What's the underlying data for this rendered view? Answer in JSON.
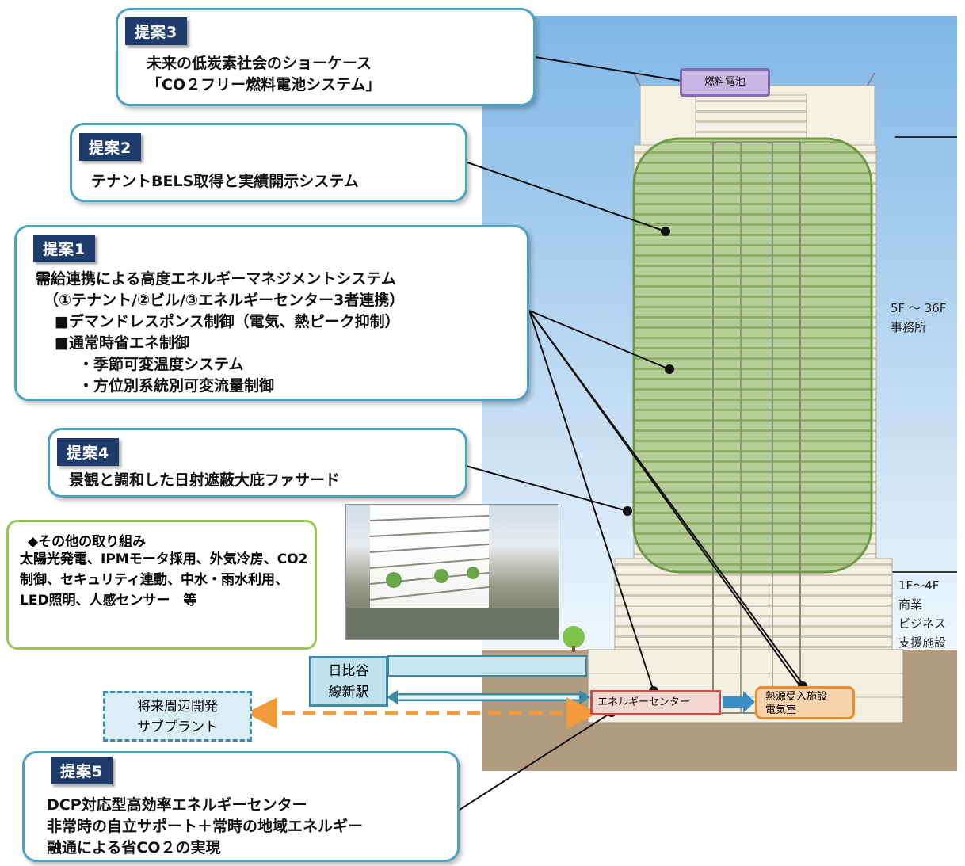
{
  "proposals": {
    "p3": {
      "tag": "提案3",
      "lines": [
        "未来の低炭素社会のショーケース",
        "「CO２フリー燃料電池システム」"
      ]
    },
    "p2": {
      "tag": "提案2",
      "lines": [
        "テナントBELS取得と実績開示システム"
      ]
    },
    "p1": {
      "tag": "提案1",
      "lines": [
        "需給連携による高度エネルギーマネジメントシステム",
        "（①テナント/②ビル/③エネルギーセンター3者連携）",
        "■デマンドレスポンス制御（電気、熱ピーク抑制）",
        "■通常時省エネ制御",
        "・季節可変温度システム",
        "・方位別系統別可変流量制御"
      ]
    },
    "p4": {
      "tag": "提案4",
      "lines": [
        "景観と調和した日射遮蔽大庇ファサード"
      ]
    },
    "p5": {
      "tag": "提案5",
      "lines": [
        "DCP対応型高効率エネルギーセンター",
        "非常時の自立サポート＋常時の地域エネルギー",
        "融通による省CO２の実現"
      ]
    }
  },
  "other_efforts": {
    "title": "◆その他の取り組み",
    "body": "太陽光発電、IPMモータ採用、外気冷房、CO2制御、セキュリティ連動、中水・雨水利用、LED照明、人感センサー　等"
  },
  "building_labels": {
    "fuel_cell": "燃料電池",
    "office_floors": "5F ～ 36F",
    "office_use": "事務所",
    "lower_floors": "1F～4F",
    "lower_use_1": "商業",
    "lower_use_2": "ビジネス",
    "lower_use_3": "支援施設",
    "station_1": "日比谷",
    "station_2": "線新駅",
    "energy_center": "エネルギーセンター",
    "substation_1": "熱源受入施設",
    "substation_2": "電気室",
    "future_1": "将来周辺開発",
    "future_2": "サブプラント"
  },
  "colors": {
    "callout_border": "#4aa3c2",
    "tag_bg": "#1f3b6b",
    "office_zone_fill": "#a9c48a",
    "office_zone_border": "#6f9a45",
    "sky": "#d3e7f6",
    "ground": "#b29b7e",
    "energy_center_border": "#d04a4a",
    "substation_border": "#f08a2a",
    "arrow_orange": "#f39a3d",
    "station_fill": "#bfe2ee"
  }
}
